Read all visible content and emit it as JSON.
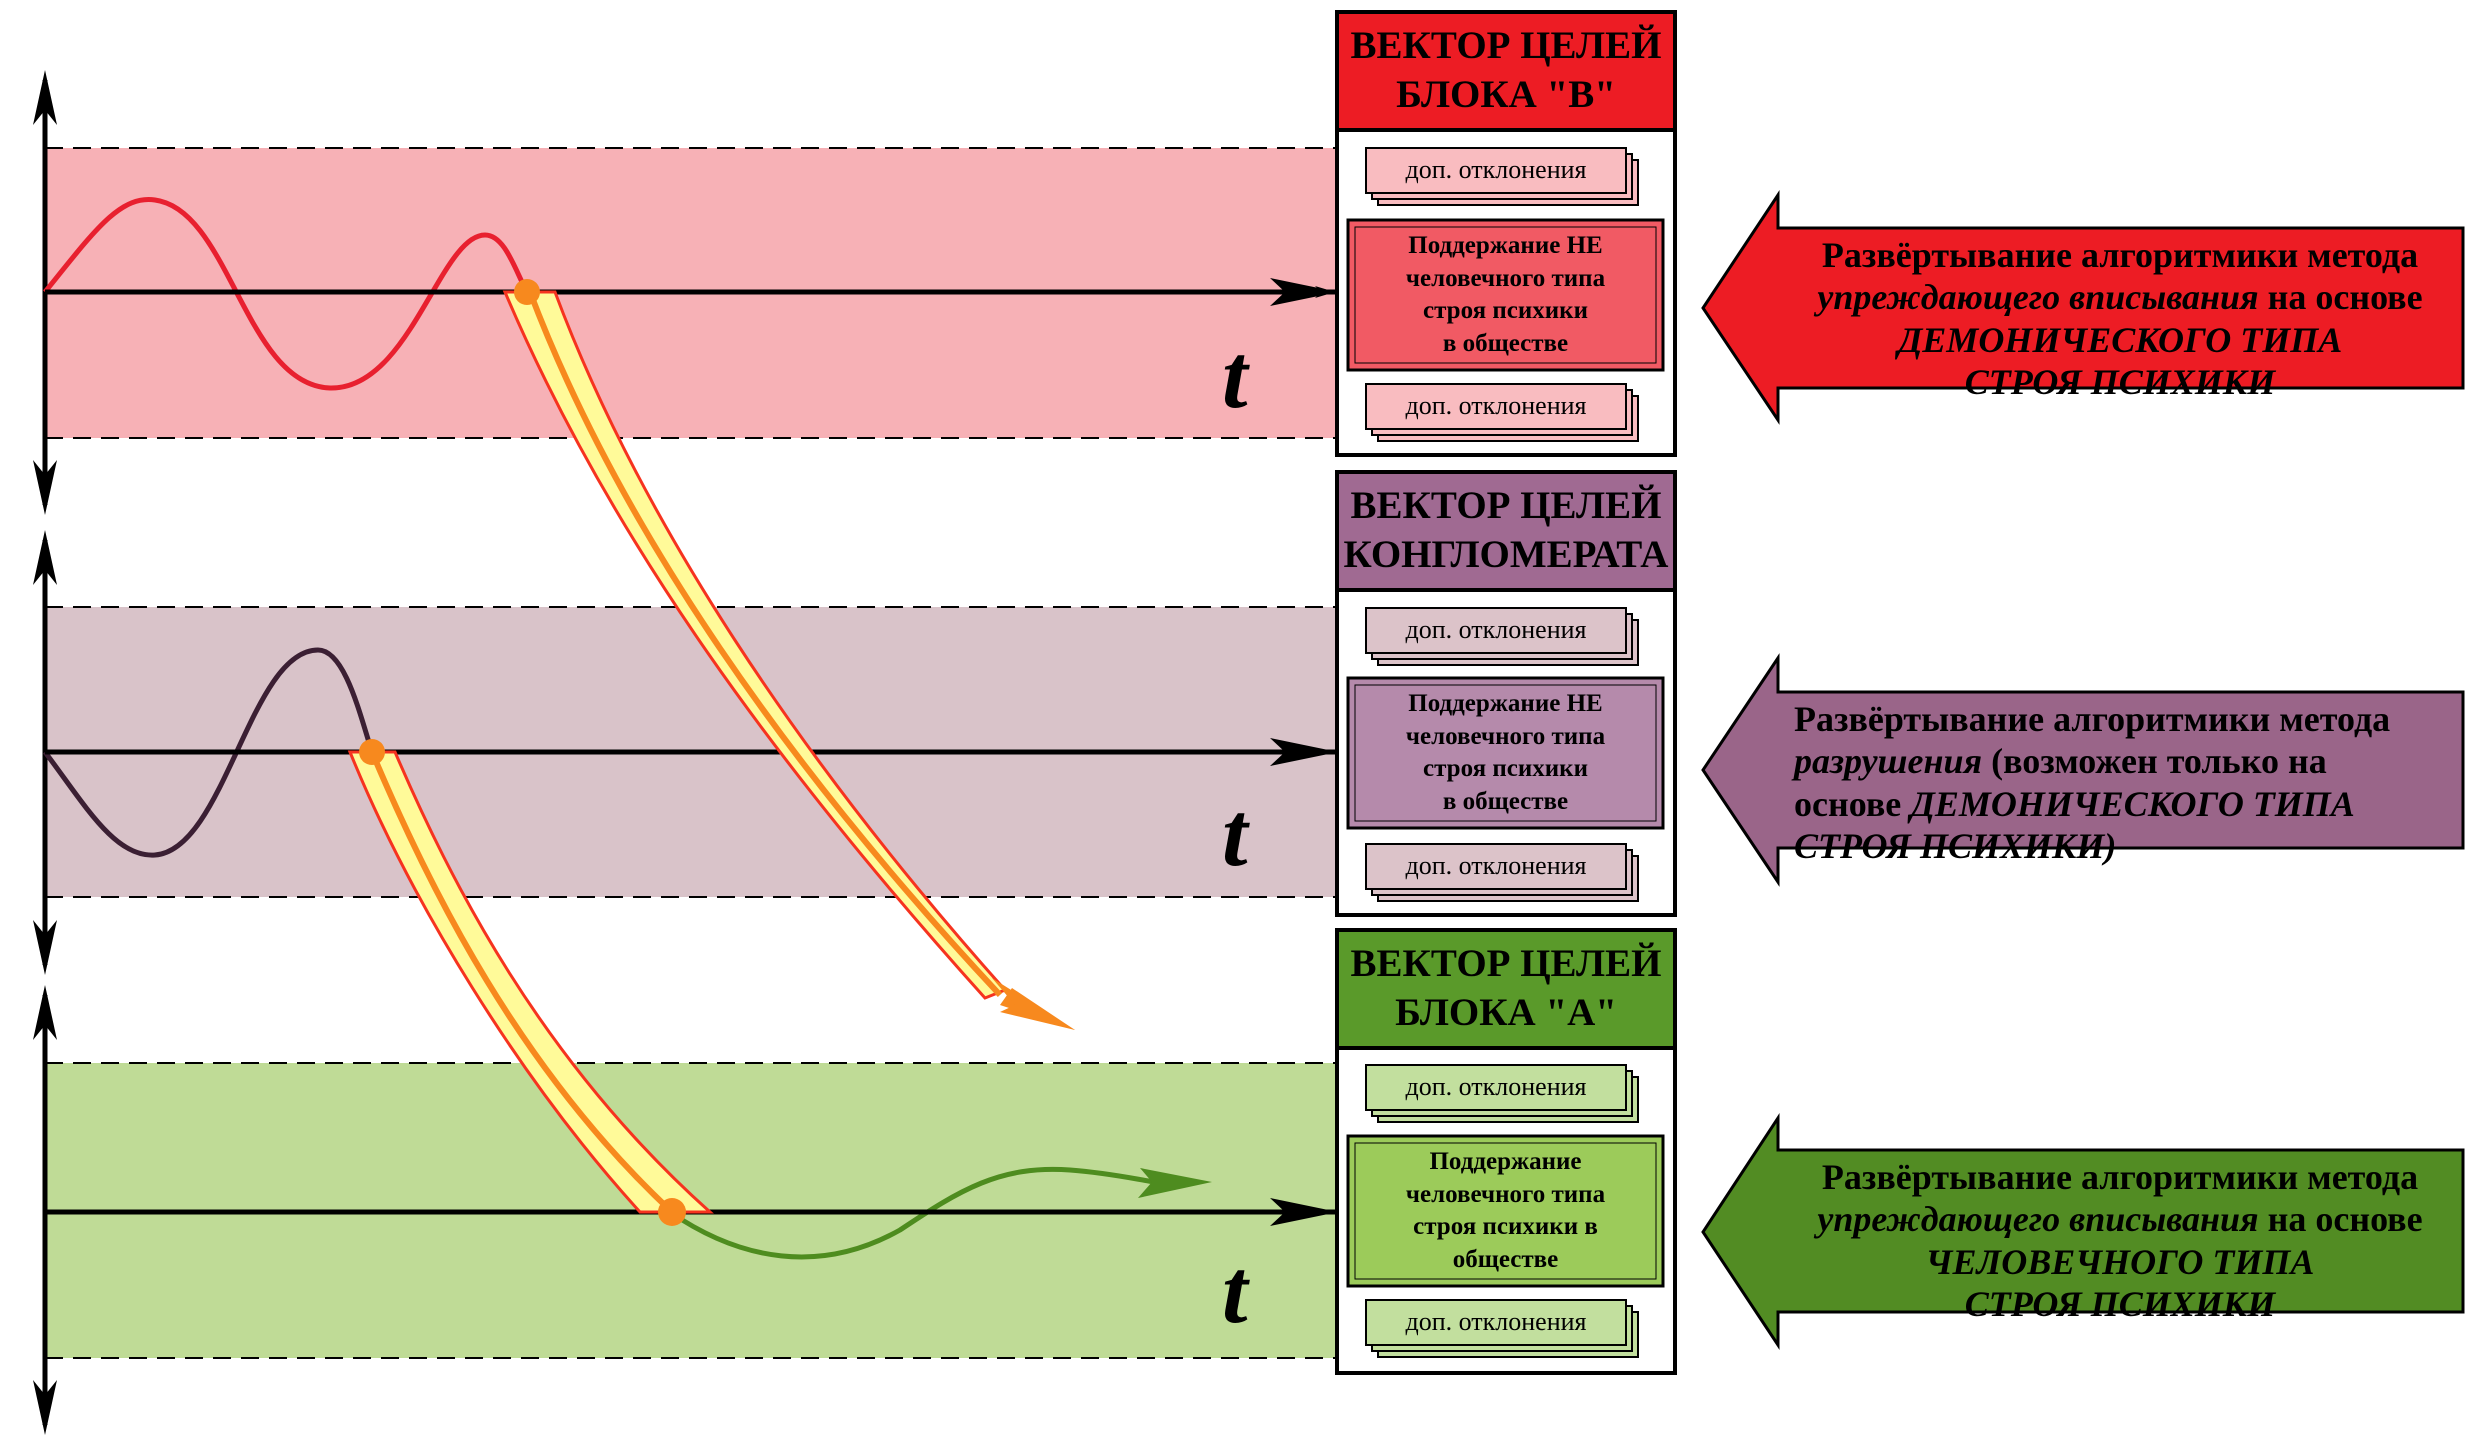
{
  "axis_label": "t",
  "panels": [
    {
      "id": "block-v",
      "band_color": "#f7b1b6",
      "wave_color": "#e8202f",
      "title_line1": "ВЕКТОР ЦЕЛЕЙ",
      "title_line2": "БЛОКА \"В\"",
      "title_bg": "#ed1c24",
      "dop_top": "доп. отклонения",
      "dop_bottom": "доп. отклонения",
      "dop_bg": "#f9bcc0",
      "core_lines": [
        "Поддержание НЕ",
        "человечного типа",
        "строя психики",
        "в обществе"
      ],
      "core_bg": "#f15a64",
      "message": {
        "bg": "#ed1c24",
        "line1": "Развёртывание алгоритмики метода",
        "line2_italic": "упреждающего вписывания",
        "line2_rest": " на основе",
        "line3": "ДЕМОНИЧЕСКОГО ТИПА",
        "line4": "СТРОЯ ПСИХИКИ"
      }
    },
    {
      "id": "conglomerate",
      "band_color": "#d9c3c9",
      "wave_color": "#3b1f33",
      "title_line1": "ВЕКТОР ЦЕЛЕЙ",
      "title_line2": "КОНГЛОМЕРАТА",
      "title_bg": "#a06a92",
      "dop_top": "доп. отклонения",
      "dop_bottom": "доп. отклонения",
      "dop_bg": "#dcc3c9",
      "core_lines": [
        "Поддержание НЕ",
        "человечного типа",
        "строя психики",
        "в обществе"
      ],
      "core_bg": "#b58aab",
      "message": {
        "bg": "#9a6589",
        "line1": "Развёртывание алгоритмики метода",
        "line2_italic": "разрушения",
        "line2_rest": "  (возможен только на",
        "line3_plain": "основе ",
        "line3": "ДЕМОНИЧЕСКОГО ТИПА",
        "line4": "СТРОЯ ПСИХИКИ)"
      }
    },
    {
      "id": "block-a",
      "band_color": "#bfdb96",
      "wave_color": "#4e8c1f",
      "title_line1": "ВЕКТОР ЦЕЛЕЙ",
      "title_line2": "БЛОКА \"А\"",
      "title_bg": "#5a9a2a",
      "dop_top": "доп. отклонения",
      "dop_bottom": "доп. отклонения",
      "dop_bg": "#c2df9e",
      "core_lines": [
        "Поддержание",
        "человечного типа",
        "строя психики в",
        "обществе"
      ],
      "core_bg": "#9ccb5a",
      "message": {
        "bg": "#528c23",
        "line1": "Развёртывание алгоритмики метода",
        "line2_italic": "упреждающего вписывания",
        "line2_rest": " на основе",
        "line3": "ЧЕЛОВЕЧНОГО ТИПА",
        "line4": "СТРОЯ ПСИХИКИ"
      }
    }
  ],
  "transition_colors": {
    "fill": "#fffa99",
    "edge": "#f6331f",
    "center": "#f7891e",
    "dot": "#f7891e"
  }
}
